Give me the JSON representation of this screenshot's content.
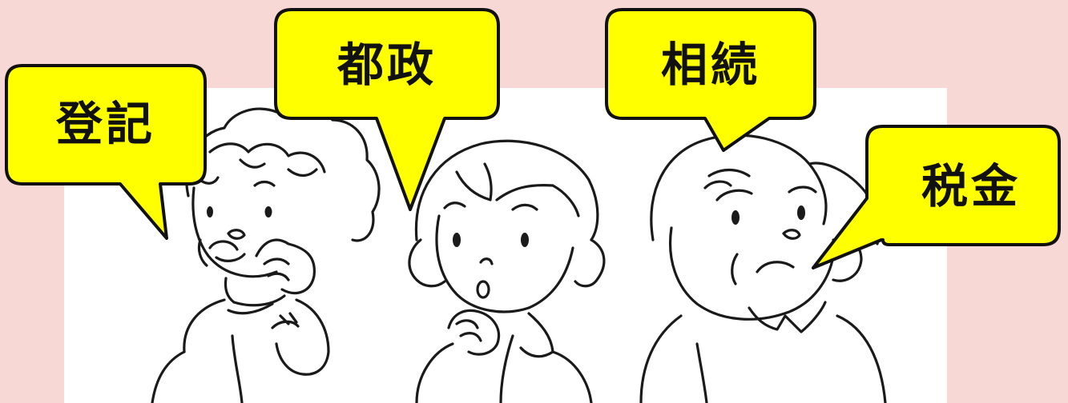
{
  "colors": {
    "background": "#f8d8d4",
    "panel": "#ffffff",
    "bubble": "#ffff00",
    "ink": "#111111"
  },
  "speech_bubbles": [
    {
      "id": "registration",
      "text": "登記"
    },
    {
      "id": "metro-government",
      "text": "都政"
    },
    {
      "id": "inheritance",
      "text": "相続"
    },
    {
      "id": "tax",
      "text": "税金"
    }
  ],
  "illustration": {
    "characters": [
      {
        "id": "elderly-woman",
        "pose": "hand-on-cheek-worried"
      },
      {
        "id": "young-woman",
        "pose": "hand-on-chin-surprised"
      },
      {
        "id": "older-man",
        "pose": "frowning-thoughtful"
      }
    ]
  }
}
